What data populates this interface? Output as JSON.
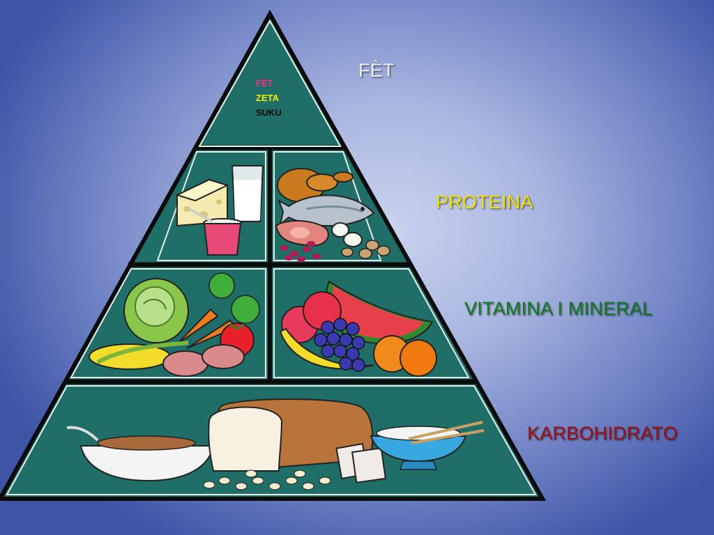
{
  "labels": {
    "fet": "FÈT",
    "proteina": "PROTEINA",
    "vitamina": "VITAMINA I MINERAL",
    "karbohidrato": "KARBOHIDRATO"
  },
  "apex": [
    "FÈT",
    "ZETA",
    "SUKU"
  ],
  "colors": {
    "pyramid_fill": "#1f6e67",
    "pyramid_stroke": "#0b0b0b",
    "label_fet": "#eeeeee",
    "label_proteina": "#f0e000",
    "label_vitamina": "#0f7a1f",
    "label_karbohidrato": "#a00f0f",
    "apex_fet": "#ff2a8a",
    "apex_zeta": "#f5f000",
    "apex_suku": "#0a0a0a"
  }
}
